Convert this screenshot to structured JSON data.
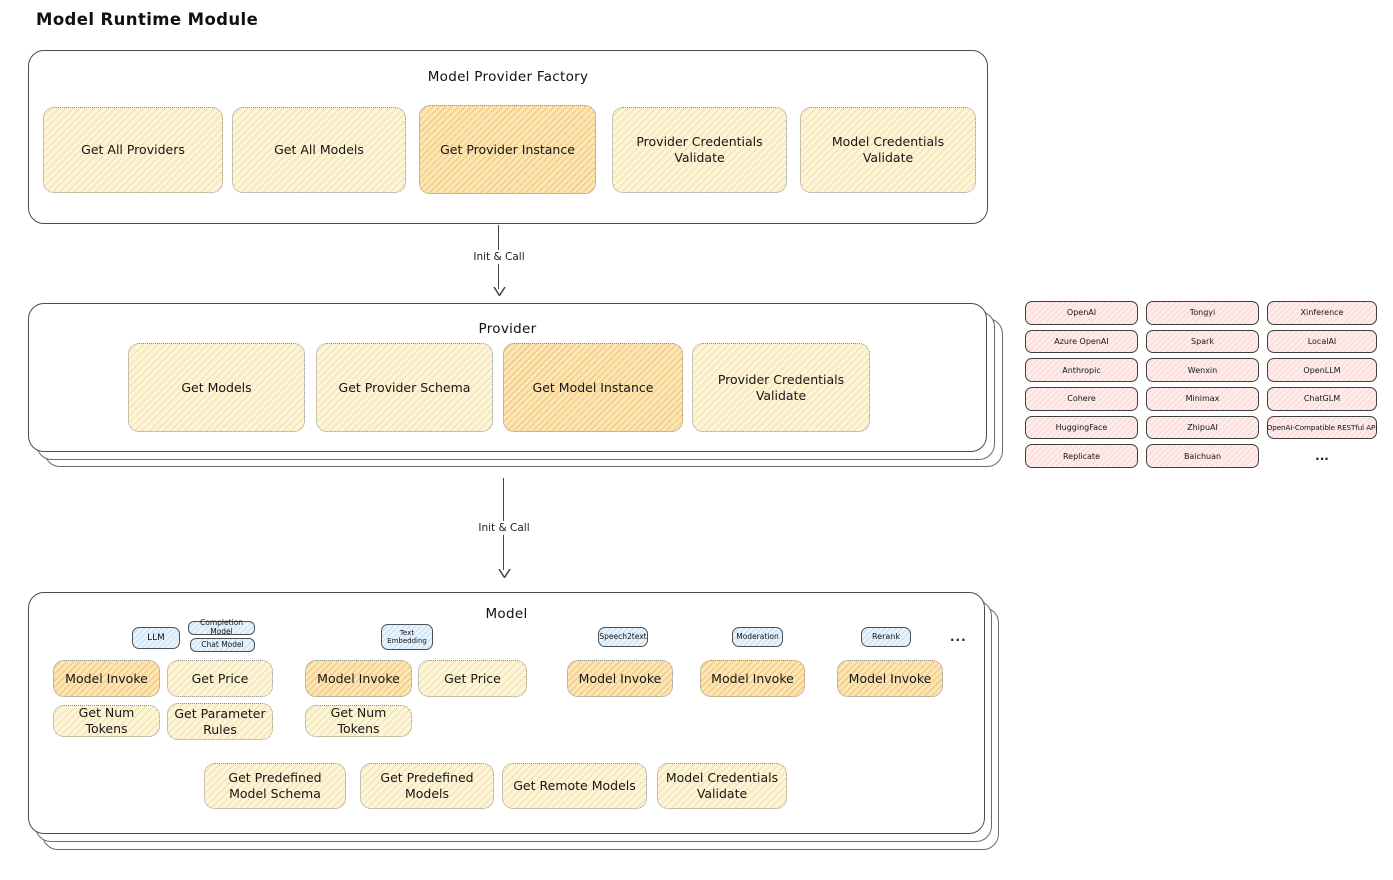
{
  "page": {
    "title": "Model Runtime Module"
  },
  "factory": {
    "title": "Model Provider Factory",
    "boxes": [
      {
        "label": "Get All Providers"
      },
      {
        "label": "Get All Models"
      },
      {
        "label": "Get Provider Instance"
      },
      {
        "label": "Provider Credentials Validate"
      },
      {
        "label": "Model Credentials Validate"
      }
    ]
  },
  "arrows": {
    "init_call_1": "Init & Call",
    "init_call_2": "Init & Call"
  },
  "provider": {
    "title": "Provider",
    "boxes": [
      {
        "label": "Get Models"
      },
      {
        "label": "Get Provider Schema"
      },
      {
        "label": "Get Model Instance"
      },
      {
        "label": "Provider Credentials Validate"
      }
    ]
  },
  "provider_grid": {
    "items": [
      "OpenAI",
      "Tongyi",
      "Xinference",
      "Azure OpenAI",
      "Spark",
      "LocalAI",
      "Anthropic",
      "Wenxin",
      "OpenLLM",
      "Cohere",
      "Minimax",
      "ChatGLM",
      "HuggingFace",
      "ZhipuAI",
      "OpenAI-Compatible RESTful API",
      "Replicate",
      "Baichuan"
    ],
    "more": "..."
  },
  "model": {
    "title": "Model",
    "tabs": {
      "llm": "LLM",
      "completion": "Completion Model",
      "chat": "Chat Model",
      "text_embedding": "Text Embedding",
      "speech2text": "Speech2text",
      "moderation": "Moderation",
      "rerank": "Rerank",
      "more": "..."
    },
    "functions": {
      "llm_invoke": "Model Invoke",
      "llm_get_price": "Get Price",
      "llm_get_num_tokens": "Get Num Tokens",
      "llm_get_parameter_rules": "Get Parameter Rules",
      "te_invoke": "Model Invoke",
      "te_get_price": "Get Price",
      "te_get_num_tokens": "Get Num Tokens",
      "s2t_invoke": "Model Invoke",
      "mod_invoke": "Model Invoke",
      "rerank_invoke": "Model Invoke"
    },
    "bottom": [
      "Get Predefined Model Schema",
      "Get Predefined Models",
      "Get Remote Models",
      "Model Credentials Validate"
    ]
  },
  "colors": {
    "highlight_orange": "#f3b755",
    "yellow": "#fdf5da",
    "blue_tab": "#e8f3fc",
    "pink": "#fdecea"
  }
}
